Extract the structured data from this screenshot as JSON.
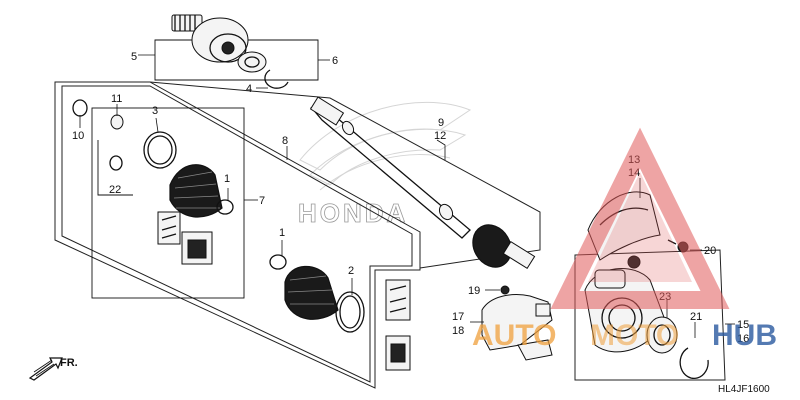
{
  "diagram": {
    "code": "HL4JF1600",
    "direction_label": "FR.",
    "brand_wordmark": "HONDA",
    "watermark": {
      "left": "AUTO",
      "right": "HUB",
      "center": "МОТО"
    },
    "callouts": {
      "p1a": "1",
      "p1b": "1",
      "p2": "2",
      "p3": "3",
      "p4": "4",
      "p5": "5",
      "p6": "6",
      "p7": "7",
      "p8": "8",
      "p9": "9",
      "p10": "10",
      "p11": "11",
      "p12": "12",
      "p13": "13",
      "p14": "14",
      "p15": "15",
      "p16": "16",
      "p17": "17",
      "p18": "18",
      "p19": "19",
      "p20": "20",
      "p21": "21",
      "p22": "22",
      "p23": "23"
    }
  },
  "colors": {
    "watermark_red": "#e05a5a",
    "watermark_orange": "#f0a03c",
    "watermark_blue": "#2a5aa0"
  }
}
